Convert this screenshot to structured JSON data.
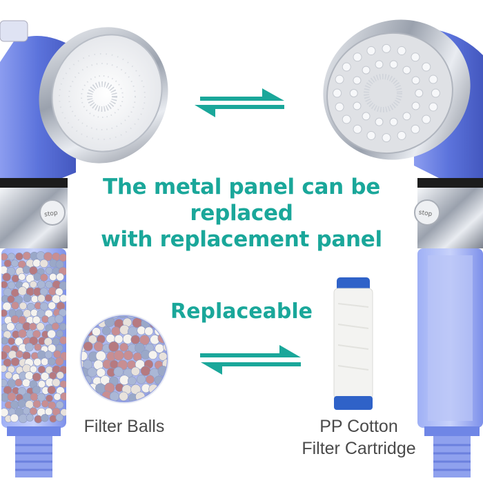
{
  "headline_line1": "The metal panel can be replaced",
  "headline_line2": "with replacement panel",
  "replaceable": "Replaceable",
  "caption_balls": "Filter Balls",
  "caption_pp_line1": "PP Cotton",
  "caption_pp_line2": "Filter Cartridge",
  "stop_button_text": "stop",
  "colors": {
    "accent": "#1aa79a",
    "handle_blue": "#4a64d8",
    "chrome": "#c8ccd4",
    "caption": "#4a4a4a"
  }
}
